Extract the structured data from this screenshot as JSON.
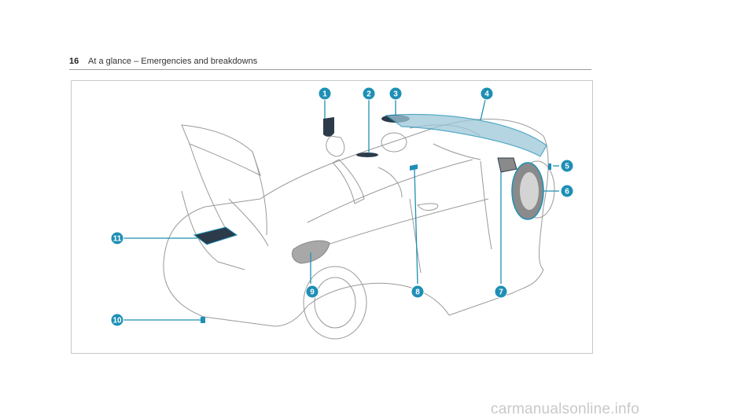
{
  "header": {
    "page_number": "16",
    "title": "At a glance – Emergencies and breakdowns"
  },
  "figure": {
    "accent_color": "#1e8fb5",
    "callouts": [
      {
        "id": 1,
        "label": "1"
      },
      {
        "id": 2,
        "label": "2"
      },
      {
        "id": 3,
        "label": "3"
      },
      {
        "id": 4,
        "label": "4"
      },
      {
        "id": 5,
        "label": "5"
      },
      {
        "id": 6,
        "label": "6"
      },
      {
        "id": 7,
        "label": "7"
      },
      {
        "id": 8,
        "label": "8"
      },
      {
        "id": 9,
        "label": "9"
      },
      {
        "id": 10,
        "label": "10"
      },
      {
        "id": 11,
        "label": "11"
      }
    ]
  },
  "footer": {
    "watermark": "carmanualsonline.info"
  }
}
